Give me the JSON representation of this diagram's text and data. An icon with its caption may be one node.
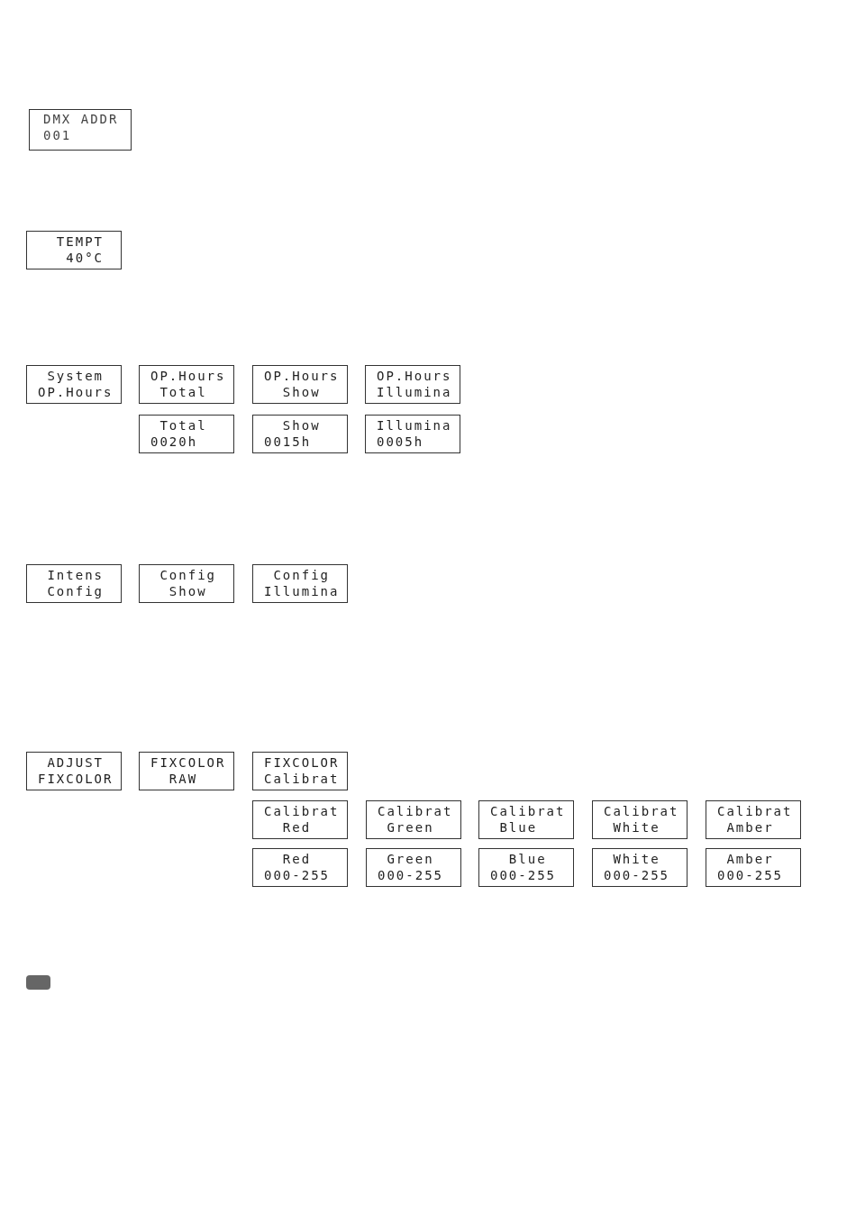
{
  "diagram": {
    "nodes": [
      {
        "text": [
          "DMX ADDR",
          "001"
        ]
      },
      {
        "text": [
          "TEMPT",
          "40°C"
        ]
      },
      {
        "text": [
          "System",
          "OP.Hours"
        ]
      },
      {
        "text": [
          "OP.Hours",
          "Total"
        ]
      },
      {
        "text": [
          "OP.Hours",
          "Show"
        ]
      },
      {
        "text": [
          "OP.Hours",
          "Illumina"
        ]
      },
      {
        "text": [
          "Total",
          "0020h"
        ]
      },
      {
        "text": [
          "Show",
          "0015h"
        ]
      },
      {
        "text": [
          "Illumina",
          "0005h"
        ]
      },
      {
        "text": [
          "Intens",
          "Config"
        ]
      },
      {
        "text": [
          "Config",
          "Show"
        ]
      },
      {
        "text": [
          "Config",
          "Illumina"
        ]
      },
      {
        "text": [
          "ADJUST",
          "FIXCOLOR"
        ]
      },
      {
        "text": [
          "FIXCOLOR",
          "RAW"
        ]
      },
      {
        "text": [
          "FIXCOLOR",
          "Calibrat"
        ]
      },
      {
        "text": [
          "Calibrat",
          "Red"
        ]
      },
      {
        "text": [
          "Calibrat",
          "Green"
        ]
      },
      {
        "text": [
          "Calibrat",
          "Blue"
        ]
      },
      {
        "text": [
          "Calibrat",
          "White"
        ]
      },
      {
        "text": [
          "Calibrat",
          "Amber"
        ]
      },
      {
        "text": [
          "Red",
          "000-255"
        ]
      },
      {
        "text": [
          "Green",
          "000-255"
        ]
      },
      {
        "text": [
          "Blue",
          "000-255"
        ]
      },
      {
        "text": [
          "White",
          "000-255"
        ]
      },
      {
        "text": [
          "Amber",
          "000-255"
        ]
      }
    ]
  }
}
